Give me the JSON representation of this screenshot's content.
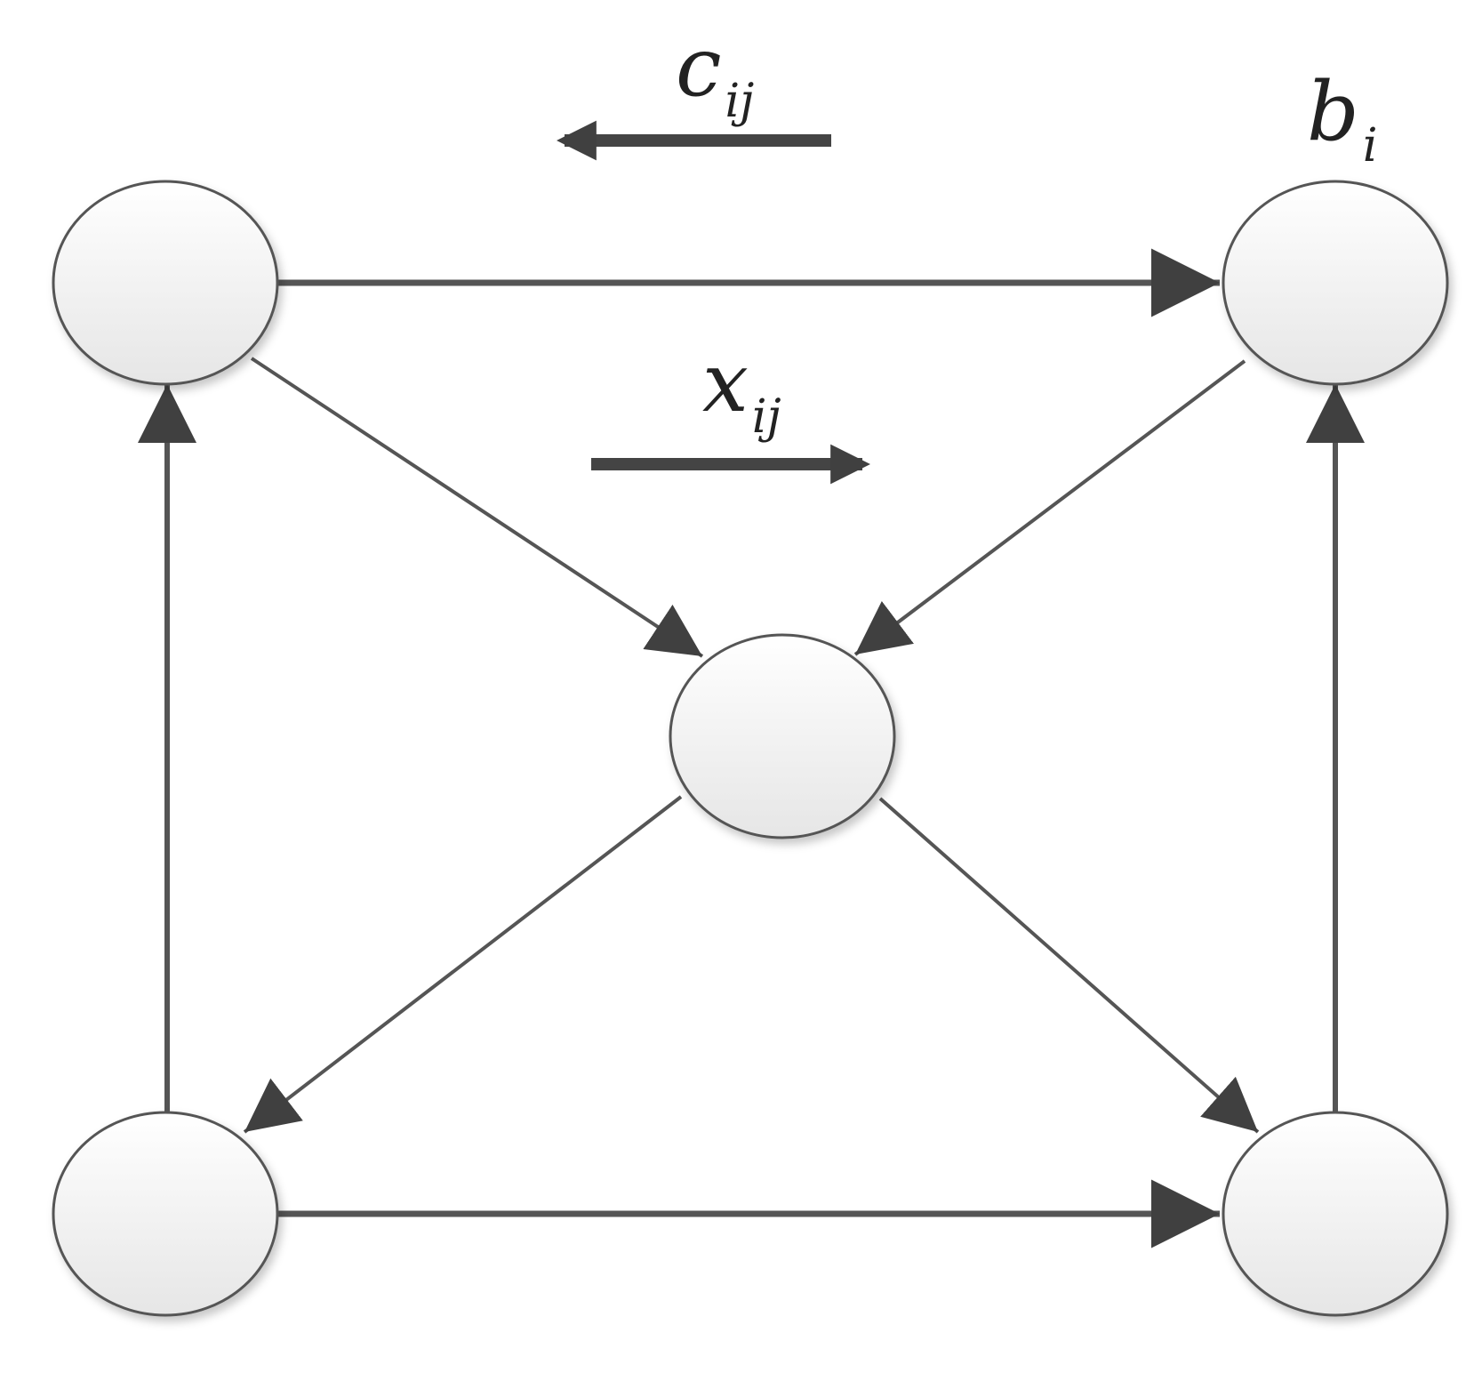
{
  "labels": {
    "cost": {
      "symbol": "c",
      "subscript": "ij"
    },
    "flow": {
      "symbol": "x",
      "subscript": "ij"
    },
    "supply": {
      "symbol": "b",
      "subscript": "i"
    }
  },
  "nodes": [
    {
      "id": "top-left"
    },
    {
      "id": "top-right"
    },
    {
      "id": "center"
    },
    {
      "id": "bottom-left"
    },
    {
      "id": "bottom-right"
    }
  ],
  "edges": [
    {
      "from": "top-left",
      "to": "top-right"
    },
    {
      "from": "bottom-left",
      "to": "bottom-right"
    },
    {
      "from": "bottom-left",
      "to": "top-left"
    },
    {
      "from": "bottom-right",
      "to": "top-right"
    },
    {
      "from": "top-left",
      "to": "center"
    },
    {
      "from": "top-right",
      "to": "center"
    },
    {
      "from": "center",
      "to": "bottom-left"
    },
    {
      "from": "center",
      "to": "bottom-right"
    }
  ],
  "colors": {
    "stroke": "#555555",
    "node_fill_top": "#ffffff",
    "node_fill_bottom": "#e8e8e8",
    "legend_arrow": "#444444",
    "background": "#ffffff"
  }
}
